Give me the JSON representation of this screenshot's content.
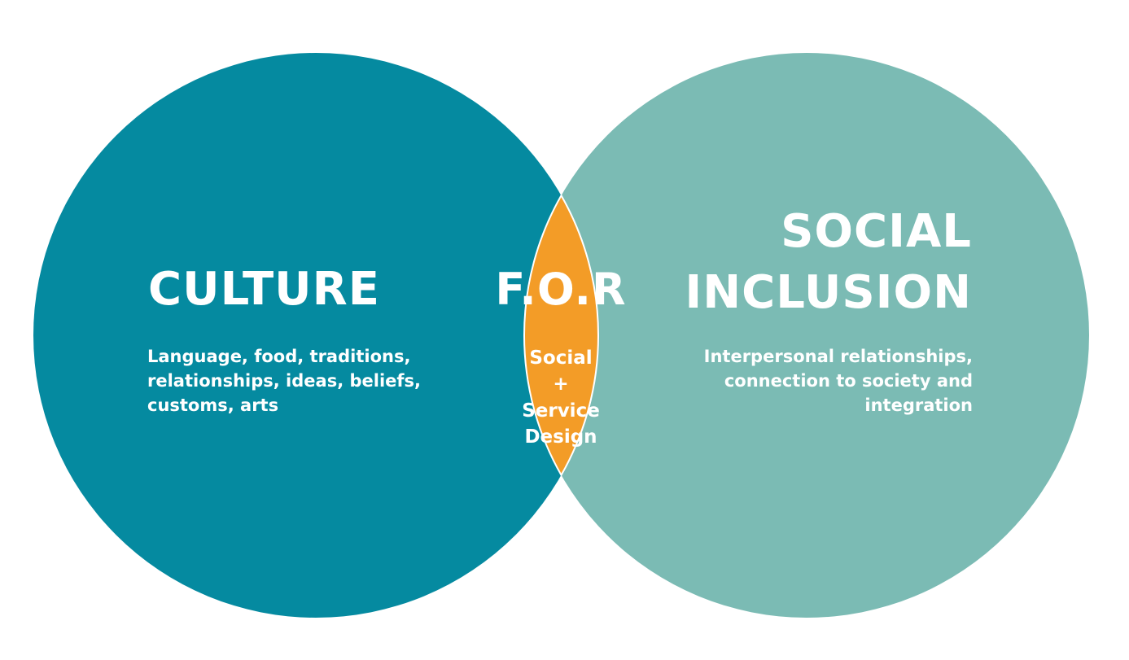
{
  "colors": {
    "left_circle": "#058aa0",
    "right_circle": "#7bbbb4",
    "overlap": "#f39c27",
    "overlap_outline": "#ffffff",
    "text": "#ffffff",
    "background": "#ffffff"
  },
  "left": {
    "title": "CULTURE",
    "description_lines": [
      "Language, food, traditions,",
      "relationships, ideas, beliefs,",
      "customs, arts"
    ]
  },
  "center": {
    "title": "F.O.R",
    "subtitle_lines": [
      "Social",
      "+",
      "Service",
      "Design"
    ]
  },
  "right": {
    "title_lines": [
      "SOCIAL",
      "INCLUSION"
    ],
    "description_lines": [
      "Interpersonal relationships,",
      "connection to society and",
      "integration"
    ]
  }
}
